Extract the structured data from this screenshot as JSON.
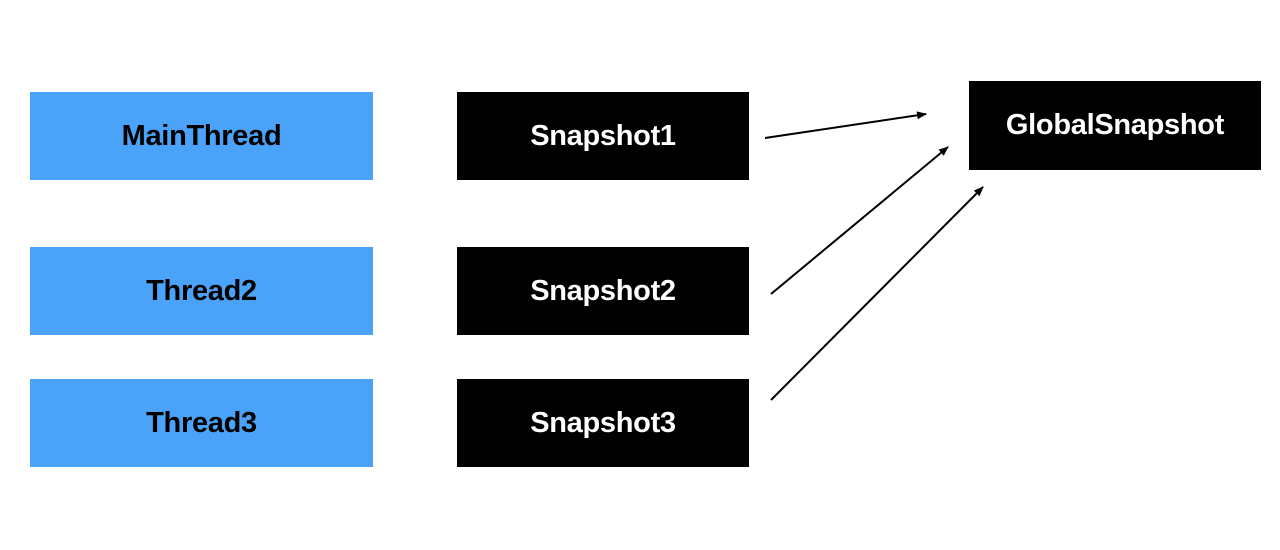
{
  "threads": {
    "main": "MainThread",
    "thread2": "Thread2",
    "thread3": "Thread3"
  },
  "snapshots": {
    "s1": "Snapshot1",
    "s2": "Snapshot2",
    "s3": "Snapshot3"
  },
  "global": "GlobalSnapshot",
  "colors": {
    "thread_fill": "#4aa3f8",
    "snapshot_fill": "#000000",
    "arrow": "#000000"
  }
}
